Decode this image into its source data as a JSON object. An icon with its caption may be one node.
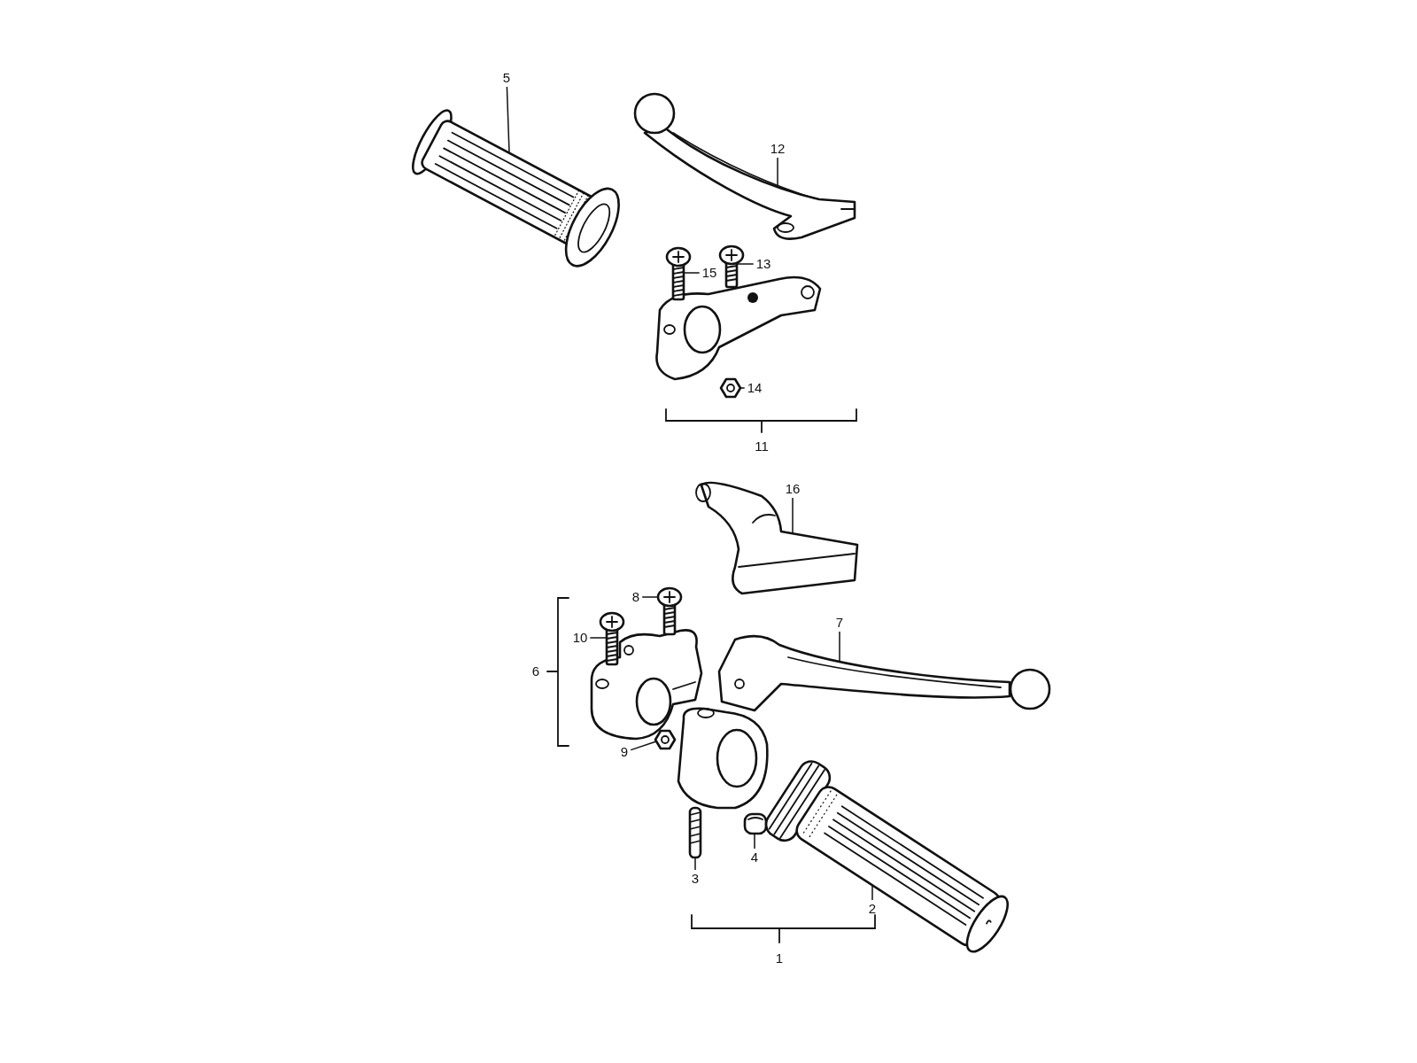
{
  "diagram": {
    "nodes": [
      {
        "text": [
          "5"
        ]
      },
      {
        "text": [],
        "shape": "picture"
      },
      {
        "text": [
          "12"
        ]
      },
      {
        "text": [],
        "shape": "picture"
      },
      {
        "text": [
          "13"
        ]
      },
      {
        "text": [],
        "shape": "picture"
      },
      {
        "text": [
          "15"
        ]
      },
      {
        "text": [],
        "shape": "picture"
      },
      {
        "text": [
          "14"
        ]
      },
      {
        "text": [],
        "shape": "picture"
      },
      {
        "text": [
          "16"
        ]
      },
      {
        "text": [],
        "shape": "picture"
      },
      {
        "text": [
          "8"
        ]
      },
      {
        "text": [],
        "shape": "picture"
      },
      {
        "text": [
          "10"
        ]
      },
      {
        "text": [],
        "shape": "picture"
      },
      {
        "text": [
          "7"
        ]
      },
      {
        "text": [],
        "shape": "picture"
      },
      {
        "text": [
          "9"
        ]
      },
      {
        "text": [],
        "shape": "picture"
      },
      {
        "text": [
          "3"
        ]
      },
      {
        "text": [],
        "shape": "picture"
      },
      {
        "text": [
          "4"
        ]
      },
      {
        "text": [],
        "shape": "picture"
      },
      {
        "text": [],
        "shape": "picture"
      },
      {
        "text": [
          "2"
        ],
        "in": 24
      }
    ],
    "edges": [
      {
        "from": 0,
        "to": 1,
        "arrow": "none"
      },
      {
        "from": 2,
        "to": 3,
        "arrow": "none"
      },
      {
        "from": 4,
        "to": 5,
        "arrow": "none"
      },
      {
        "from": 6,
        "to": 7,
        "arrow": "none"
      },
      {
        "from": 8,
        "to": 9,
        "arrow": "none"
      },
      {
        "from": 10,
        "to": 11,
        "arrow": "none"
      },
      {
        "from": 12,
        "to": 13,
        "arrow": "none"
      },
      {
        "from": 14,
        "to": 15,
        "arrow": "none"
      },
      {
        "from": 16,
        "to": 17,
        "arrow": "none"
      },
      {
        "from": 18,
        "to": 19,
        "arrow": "none"
      },
      {
        "from": 20,
        "to": 21,
        "arrow": "none"
      },
      {
        "from": 22,
        "to": 23,
        "arrow": "none"
      },
      {
        "from": 25,
        "to": 24,
        "arrow": "none"
      }
    ],
    "labels": [
      "11",
      "6",
      "1"
    ]
  }
}
